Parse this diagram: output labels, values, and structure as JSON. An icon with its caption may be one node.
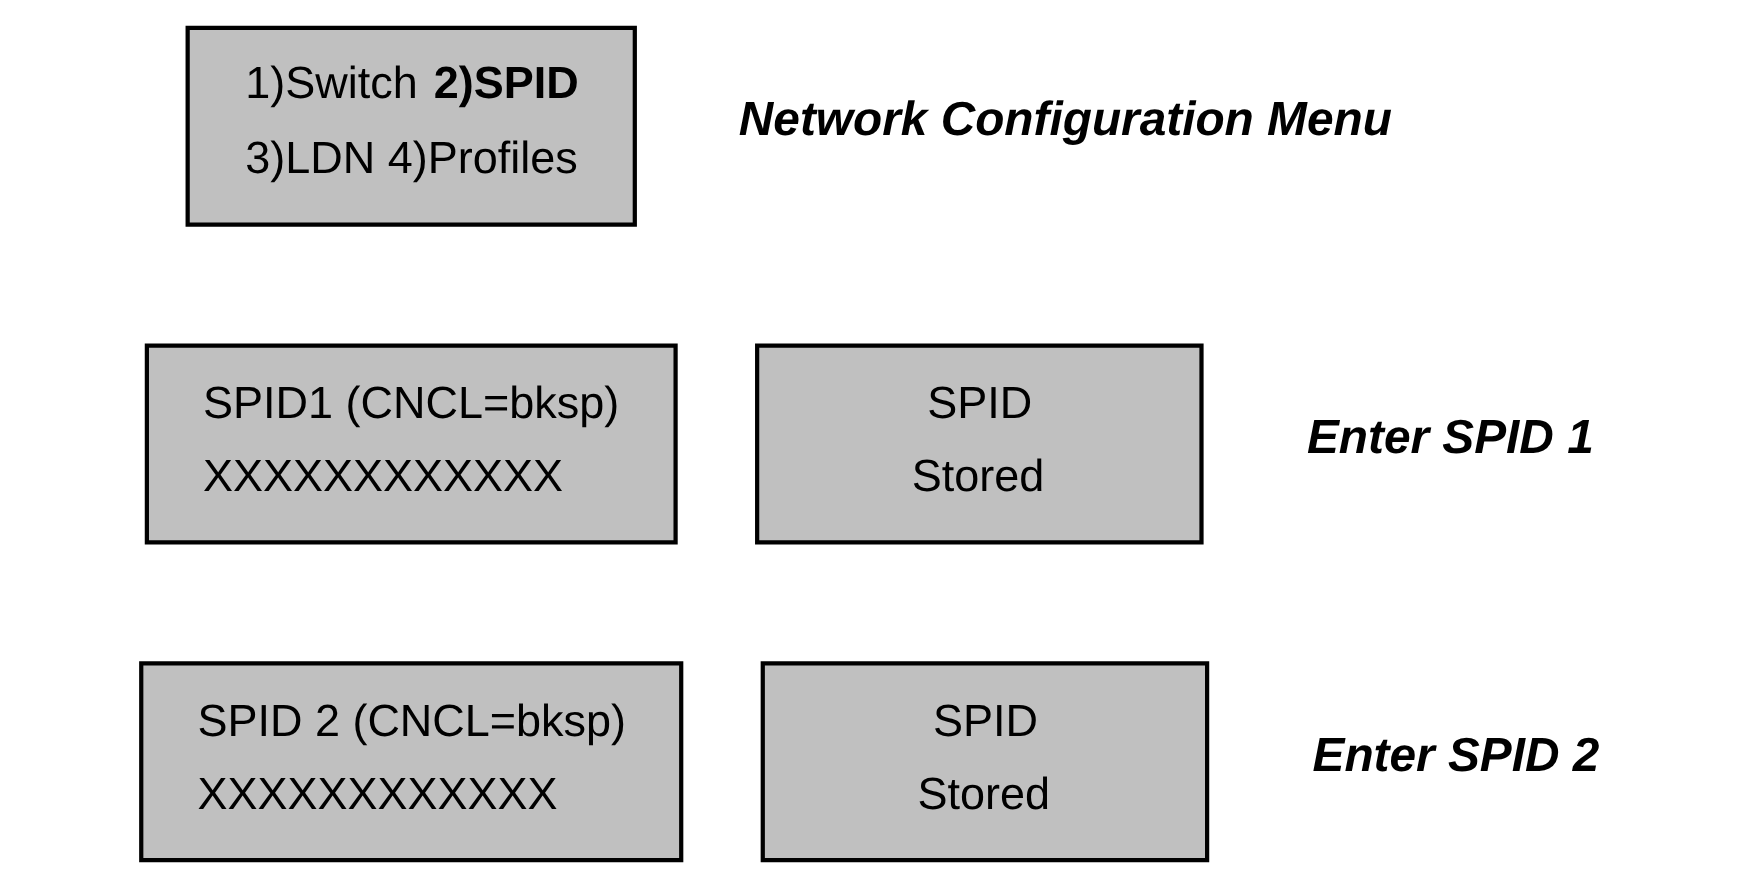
{
  "diagram": {
    "nodes": [
      {
        "text": [
          "1)Switch **2)SPID**",
          "3)LDN 4)Profiles"
        ],
        "beside": [
          "Network Configuration Menu"
        ]
      },
      {
        "text": [
          "SPID1 (CNCL=bksp)",
          "XXXXXXXXXXXX"
        ]
      },
      {
        "text": [
          "SPID",
          "Stored"
        ],
        "beside": [
          "Enter SPID 1"
        ]
      },
      {
        "text": [
          "SPID 2 (CNCL=bksp)",
          "XXXXXXXXXXXX"
        ]
      },
      {
        "text": [
          "SPID",
          "Stored"
        ],
        "beside": [
          "Enter SPID 2"
        ]
      }
    ]
  }
}
